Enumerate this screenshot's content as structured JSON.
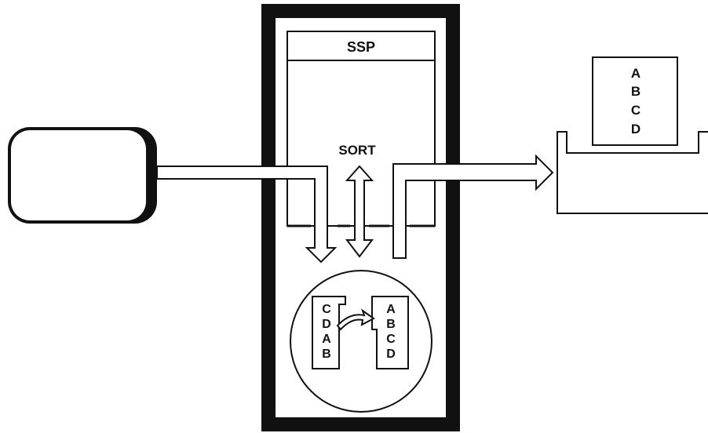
{
  "system": {
    "header_label": "SSP",
    "operation_label": "SORT"
  },
  "storage": {
    "unsorted_records": [
      "C",
      "D",
      "A",
      "B"
    ],
    "sorted_records": [
      "A",
      "B",
      "C",
      "D"
    ]
  },
  "printer": {
    "output_records": [
      "A",
      "B",
      "C",
      "D"
    ]
  }
}
